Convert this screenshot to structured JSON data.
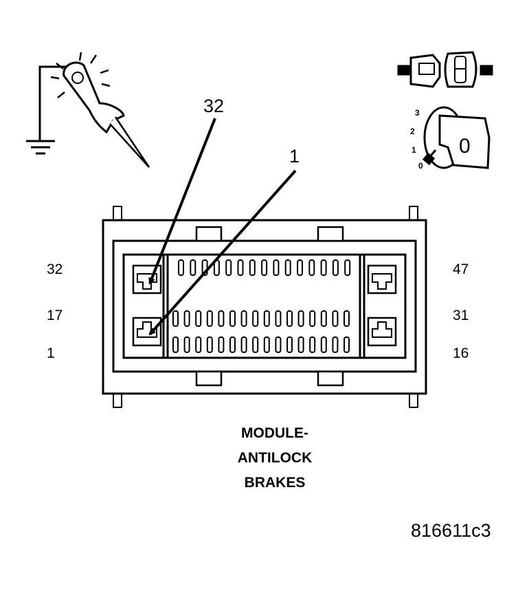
{
  "callouts": {
    "pin_32": "32",
    "pin_1": "1"
  },
  "pin_labels": {
    "left_top": "32",
    "left_middle": "17",
    "left_bottom": "1",
    "right_top": "47",
    "right_middle": "31",
    "right_bottom": "16"
  },
  "title": {
    "line1": "MODULE-",
    "line2": "ANTILOCK",
    "line3": "BRAKES"
  },
  "ignition_positions": [
    "3",
    "2",
    "1",
    "0"
  ],
  "key_label": "0",
  "figure_id": "816611c3"
}
